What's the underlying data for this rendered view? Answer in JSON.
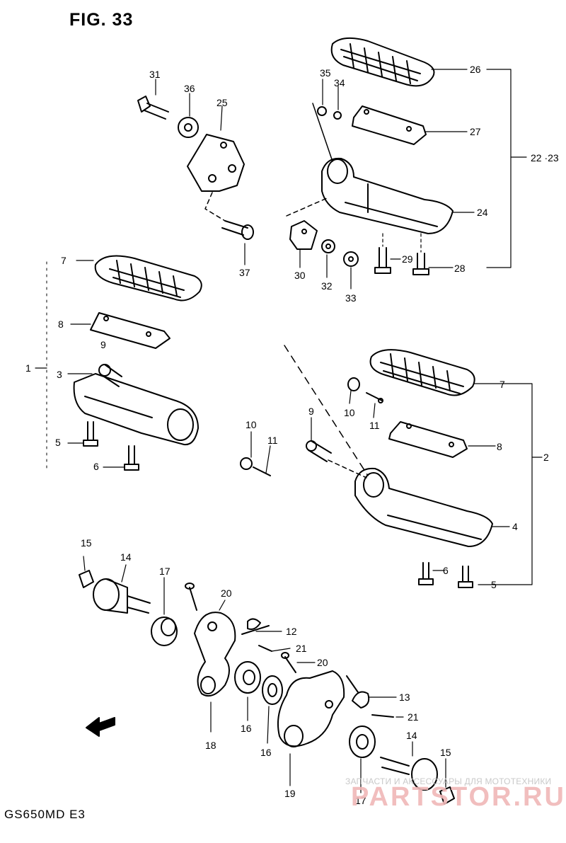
{
  "figure": {
    "title": "FIG. 33",
    "model_code": "GS650MD  E3"
  },
  "watermark": {
    "small": "ЗАПЧАСТИ И АКСЕССУАРЫ ДЛЯ МОТОТЕХНИКИ",
    "big": "PARTSTOR.RU"
  },
  "callouts": {
    "n1": "1",
    "n2": "2",
    "n3": "3",
    "n4": "4",
    "n5a": "5",
    "n5b": "5",
    "n6a": "6",
    "n6b": "6",
    "n7a": "7",
    "n7b": "7",
    "n8a": "8",
    "n8b": "8",
    "n9a": "9",
    "n9b": "9",
    "n10a": "10",
    "n10b": "10",
    "n11a": "11",
    "n11b": "11",
    "n12": "12",
    "n13": "13",
    "n14a": "14",
    "n14b": "14",
    "n15a": "15",
    "n15b": "15",
    "n16a": "16",
    "n16b": "16",
    "n17a": "17",
    "n17b": "17",
    "n18": "18",
    "n19": "19",
    "n20a": "20",
    "n20b": "20",
    "n21a": "21",
    "n21b": "21",
    "n2223": "22 ·23",
    "n24": "24",
    "n25": "25",
    "n26": "26",
    "n27": "27",
    "n28": "28",
    "n29": "29",
    "n30": "30",
    "n31": "31",
    "n32": "32",
    "n33": "33",
    "n34": "34",
    "n35": "35",
    "n36": "36",
    "n37": "37"
  },
  "colors": {
    "ink": "#000000",
    "paper": "#ffffff",
    "watermark": "#f0b8b8"
  }
}
